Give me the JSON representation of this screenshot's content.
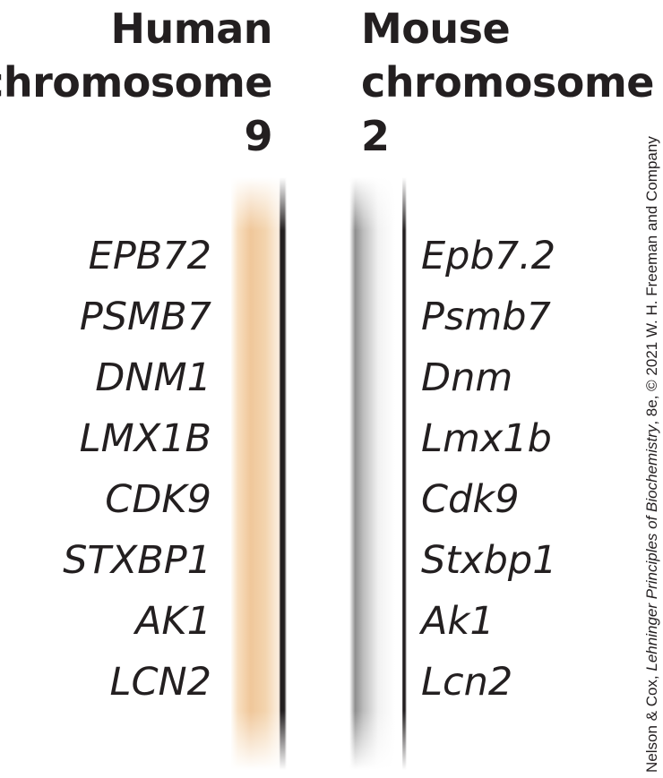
{
  "human": {
    "title_lines": [
      "Human",
      "chromosome",
      "9"
    ],
    "band_color": "#f0c79a",
    "genes": [
      "EPB72",
      "PSMB7",
      "DNM1",
      "LMX1B",
      "CDK9",
      "STXBP1",
      "AK1",
      "LCN2"
    ]
  },
  "mouse": {
    "title_lines": [
      "Mouse",
      "chromosome",
      "2"
    ],
    "band_color": "#8e8e8e",
    "genes": [
      "Epb7.2",
      "Psmb7",
      "Dnm",
      "Lmx1b",
      "Cdk9",
      "Stxbp1",
      "Ak1",
      "Lcn2"
    ]
  },
  "credit": {
    "prefix": "Nelson & Cox, ",
    "book": "Lehninger Principles of Biochemistry",
    "suffix": ", 8e, © 2021 W. H. Freeman and Company"
  }
}
